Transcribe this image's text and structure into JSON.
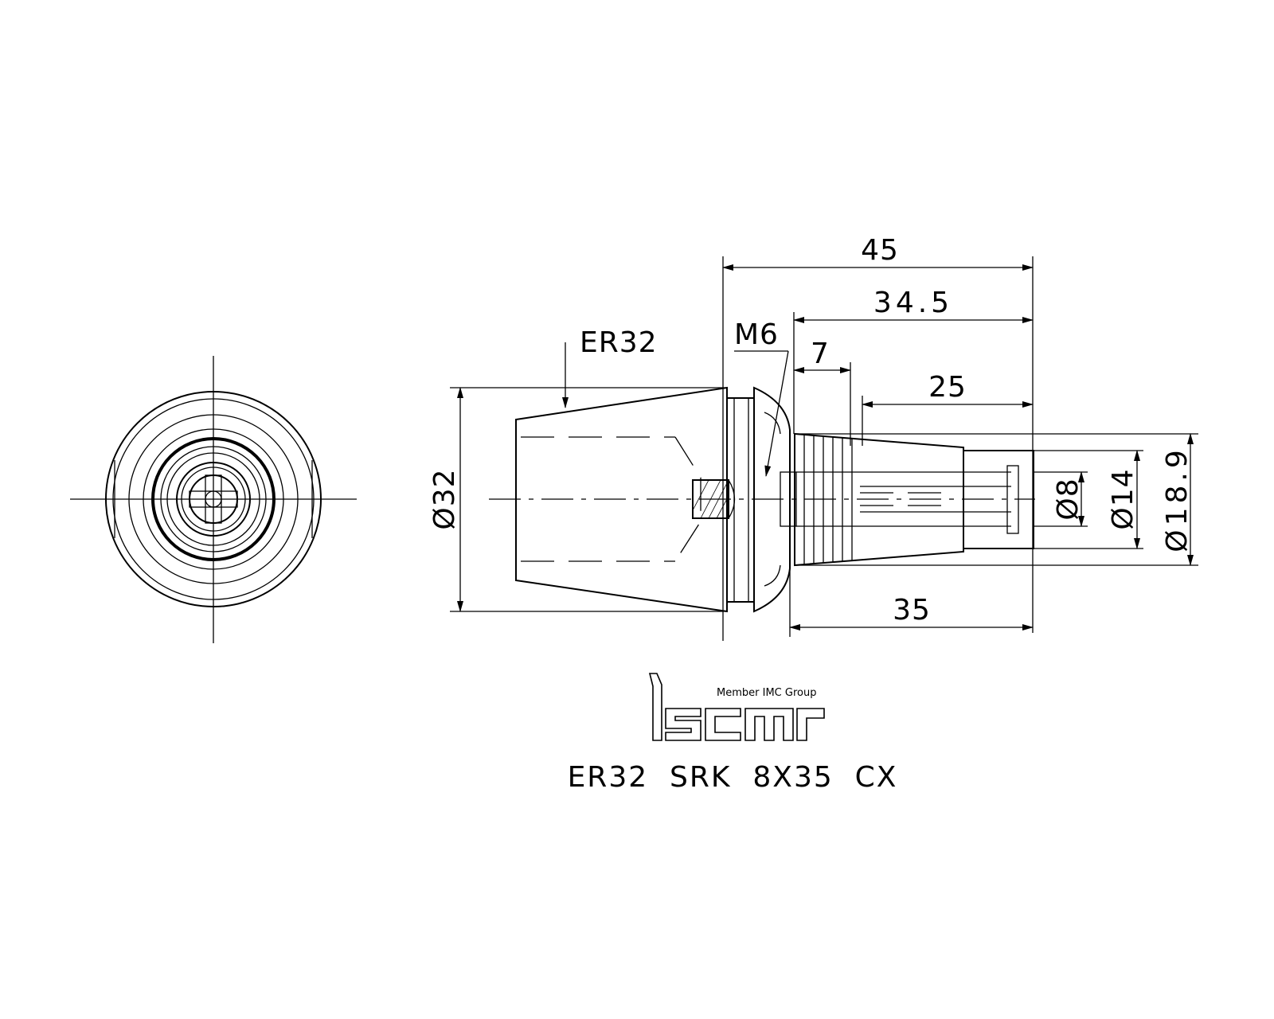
{
  "drawing": {
    "dimensions": {
      "overall_length": "45",
      "flange_to_end": "34.5",
      "thread_length": "7",
      "taper_length": "25",
      "shank_length": "35",
      "thread_size": "M6",
      "collet_type": "ER32",
      "collet_diameter": "Ø32",
      "bore_diameter": "Ø8",
      "shank_diameter": "Ø14",
      "outer_diameter": "Ø18.9"
    },
    "logo": {
      "tagline": "Member IMC Group",
      "brand": "iscar"
    },
    "part_number": "ER32  SRK  8X35  CX"
  }
}
